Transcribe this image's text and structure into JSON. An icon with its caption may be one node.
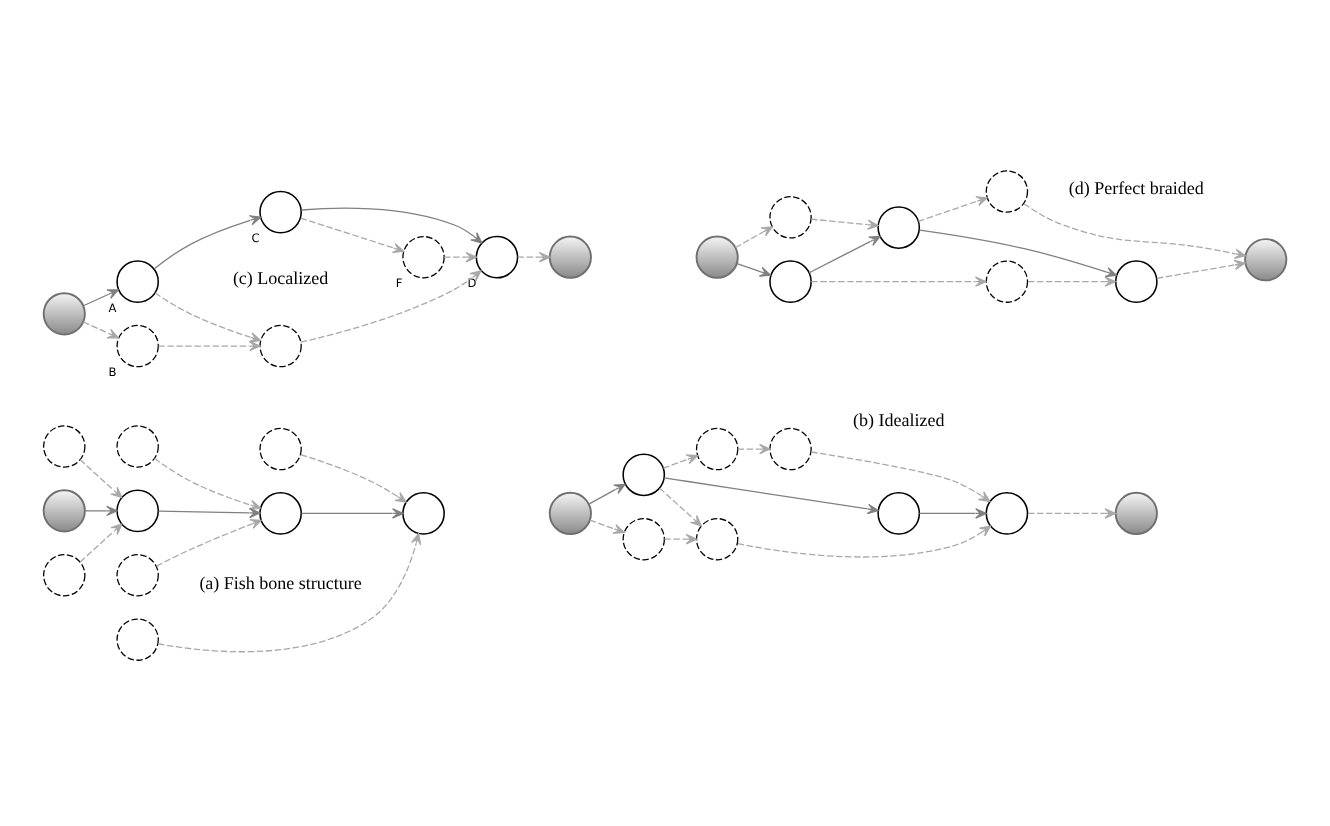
{
  "diagram": {
    "nodes": [
      {
        "text": [],
        "shape": "circle"
      },
      {
        "text": [],
        "shape": "circle"
      },
      {
        "text": [],
        "shape": "circle"
      },
      {
        "text": [],
        "shape": "circle"
      },
      {
        "text": [],
        "shape": "circle"
      },
      {
        "text": [],
        "shape": "circle"
      },
      {
        "text": [],
        "shape": "circle"
      },
      {
        "text": [],
        "shape": "circle"
      },
      {
        "text": [],
        "shape": "circle"
      },
      {
        "text": [],
        "shape": "circle"
      },
      {
        "text": [],
        "shape": "circle"
      },
      {
        "text": [],
        "shape": "circle"
      },
      {
        "text": [],
        "shape": "circle"
      },
      {
        "text": [],
        "shape": "circle"
      },
      {
        "text": [],
        "shape": "circle"
      },
      {
        "text": [],
        "shape": "circle"
      },
      {
        "text": [],
        "shape": "circle"
      },
      {
        "text": [],
        "shape": "circle"
      },
      {
        "text": [],
        "shape": "circle"
      },
      {
        "text": [],
        "shape": "circle",
        "beside": [
          "B"
        ]
      },
      {
        "text": [],
        "shape": "circle"
      },
      {
        "text": [],
        "shape": "circle"
      },
      {
        "text": [],
        "shape": "circle",
        "beside": [
          "A"
        ]
      },
      {
        "text": [],
        "shape": "circle",
        "beside": [
          "C"
        ]
      },
      {
        "text": [],
        "shape": "circle",
        "beside": [
          "D"
        ]
      },
      {
        "text": [],
        "shape": "circle"
      },
      {
        "text": [],
        "shape": "circle",
        "beside": [
          "F"
        ]
      },
      {
        "text": [],
        "shape": "circle"
      },
      {
        "text": [],
        "shape": "circle"
      },
      {
        "text": [],
        "shape": "circle"
      },
      {
        "text": [],
        "shape": "circle"
      },
      {
        "text": [],
        "shape": "circle"
      },
      {
        "text": [],
        "shape": "circle"
      },
      {
        "text": [],
        "shape": "circle"
      },
      {
        "text": [],
        "shape": "circle"
      }
    ],
    "edges": [
      {
        "from": 3,
        "to": 4,
        "arrow": "to"
      },
      {
        "from": 4,
        "to": 5,
        "arrow": "to"
      },
      {
        "from": 5,
        "to": 6,
        "arrow": "to"
      },
      {
        "from": 0,
        "to": 4,
        "arrow": "to",
        "style": "dashed"
      },
      {
        "from": 1,
        "to": 5,
        "arrow": "to",
        "style": "dashed"
      },
      {
        "from": 2,
        "to": 6,
        "arrow": "to",
        "style": "dashed"
      },
      {
        "from": 7,
        "to": 4,
        "arrow": "to",
        "style": "dashed"
      },
      {
        "from": 8,
        "to": 5,
        "arrow": "to",
        "style": "dashed"
      },
      {
        "from": 9,
        "to": 6,
        "arrow": "to",
        "style": "dashed"
      },
      {
        "from": 12,
        "to": 10,
        "arrow": "to",
        "style": "dashed"
      },
      {
        "from": 10,
        "to": 11,
        "arrow": "to",
        "style": "dashed"
      },
      {
        "from": 12,
        "to": 13,
        "arrow": "to"
      },
      {
        "from": 13,
        "to": 11,
        "arrow": "to",
        "style": "dashed"
      },
      {
        "from": 13,
        "to": 14,
        "arrow": "to"
      },
      {
        "from": 14,
        "to": 15,
        "arrow": "to"
      },
      {
        "from": 11,
        "to": 15,
        "arrow": "to",
        "style": "dashed"
      },
      {
        "from": 15,
        "to": 16,
        "arrow": "to",
        "style": "dashed"
      },
      {
        "from": 13,
        "to": 17,
        "arrow": "to",
        "style": "dashed"
      },
      {
        "from": 17,
        "to": 18,
        "arrow": "to",
        "style": "dashed"
      },
      {
        "from": 18,
        "to": 15,
        "arrow": "to",
        "style": "dashed"
      },
      {
        "from": 21,
        "to": 19,
        "arrow": "to",
        "style": "dashed"
      },
      {
        "from": 19,
        "to": 20,
        "arrow": "to",
        "style": "dashed"
      },
      {
        "from": 21,
        "to": 22,
        "arrow": "to"
      },
      {
        "from": 22,
        "to": 20,
        "arrow": "to",
        "style": "dashed"
      },
      {
        "from": 22,
        "to": 23,
        "arrow": "to"
      },
      {
        "from": 23,
        "to": 24,
        "arrow": "to"
      },
      {
        "from": 20,
        "to": 24,
        "arrow": "to",
        "style": "dashed"
      },
      {
        "from": 24,
        "to": 25,
        "arrow": "to",
        "style": "dashed"
      },
      {
        "from": 23,
        "to": 26,
        "arrow": "to",
        "style": "dashed"
      },
      {
        "from": 26,
        "to": 24,
        "arrow": "to",
        "style": "dashed"
      },
      {
        "from": 28,
        "to": 29,
        "arrow": "to"
      },
      {
        "from": 29,
        "to": 27,
        "arrow": "to",
        "style": "dashed"
      },
      {
        "from": 27,
        "to": 31,
        "arrow": "to",
        "style": "dashed"
      },
      {
        "from": 29,
        "to": 30,
        "arrow": "to"
      },
      {
        "from": 30,
        "to": 31,
        "arrow": "to"
      },
      {
        "from": 31,
        "to": 32,
        "arrow": "to",
        "style": "dashed"
      },
      {
        "from": 28,
        "to": 33,
        "arrow": "to",
        "style": "dashed"
      },
      {
        "from": 33,
        "to": 30,
        "arrow": "to",
        "style": "dashed"
      },
      {
        "from": 30,
        "to": 34,
        "arrow": "to",
        "style": "dashed"
      },
      {
        "from": 34,
        "to": 32,
        "arrow": "to",
        "style": "dashed"
      }
    ],
    "labels": [
      "(a) Fish bone structure",
      "(b) Idealized",
      "(c) Localized",
      "(d) Perfect braided"
    ]
  }
}
